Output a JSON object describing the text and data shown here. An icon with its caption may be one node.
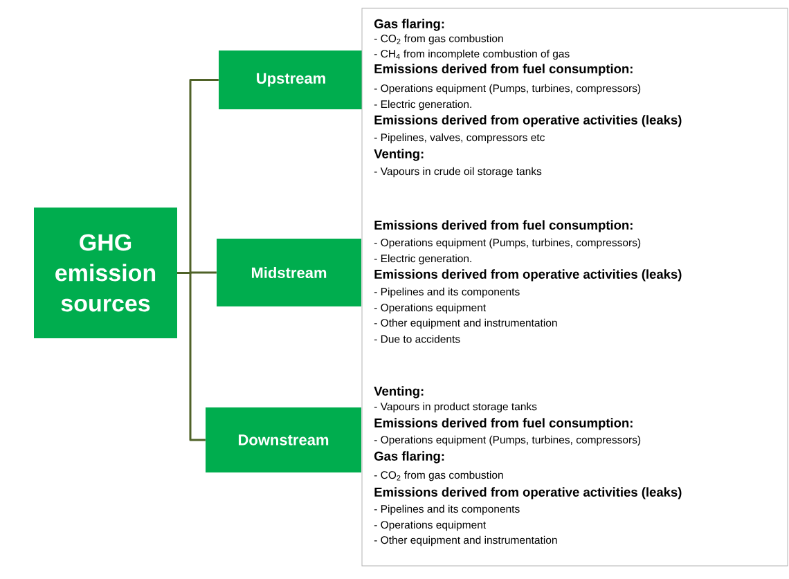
{
  "diagram": {
    "nodes": [
      {
        "text": [
          "GHG emission sources"
        ]
      },
      {
        "text": [
          "Upstream"
        ]
      },
      {
        "text": [
          "Midstream"
        ]
      },
      {
        "text": [
          "Downstream"
        ]
      },
      {
        "text": [
          "Gas flaring:",
          "- CO$_{2}$ from gas combustion",
          "- CH$_{4}$ from incomplete combustion of gas",
          "Emissions derived from fuel consumption:",
          "- Operations equipment (Pumps, turbines, compressors)",
          "- Electric generation.",
          "Emissions derived from operative activities (leaks)",
          "- Pipelines, valves, compressors etc",
          "Venting:",
          "- Vapours in crude oil storage tanks",
          "Emissions derived from fuel consumption:",
          "- Operations equipment (Pumps, turbines, compressors)",
          "- Electric generation.",
          "Emissions derived from operative activities (leaks)",
          "- Pipelines and its components",
          "- Operations equipment",
          "- Other equipment and instrumentation",
          "- Due to accidents",
          "Venting:",
          "- Vapours in product storage tanks",
          "Emissions derived from fuel consumption:",
          "- Operations equipment (Pumps, turbines, compressors)",
          "Gas flaring:",
          "- CO$_{2}$ from gas combustion",
          "Emissions derived from operative activities (leaks)",
          "- Pipelines and its components",
          "- Operations equipment",
          "- Other equipment and instrumentation"
        ]
      }
    ],
    "edges": [
      {
        "from": 0,
        "to": 1,
        "arrow": "none"
      },
      {
        "from": 0,
        "to": 2,
        "arrow": "none"
      },
      {
        "from": 0,
        "to": 3,
        "arrow": "none"
      }
    ]
  }
}
